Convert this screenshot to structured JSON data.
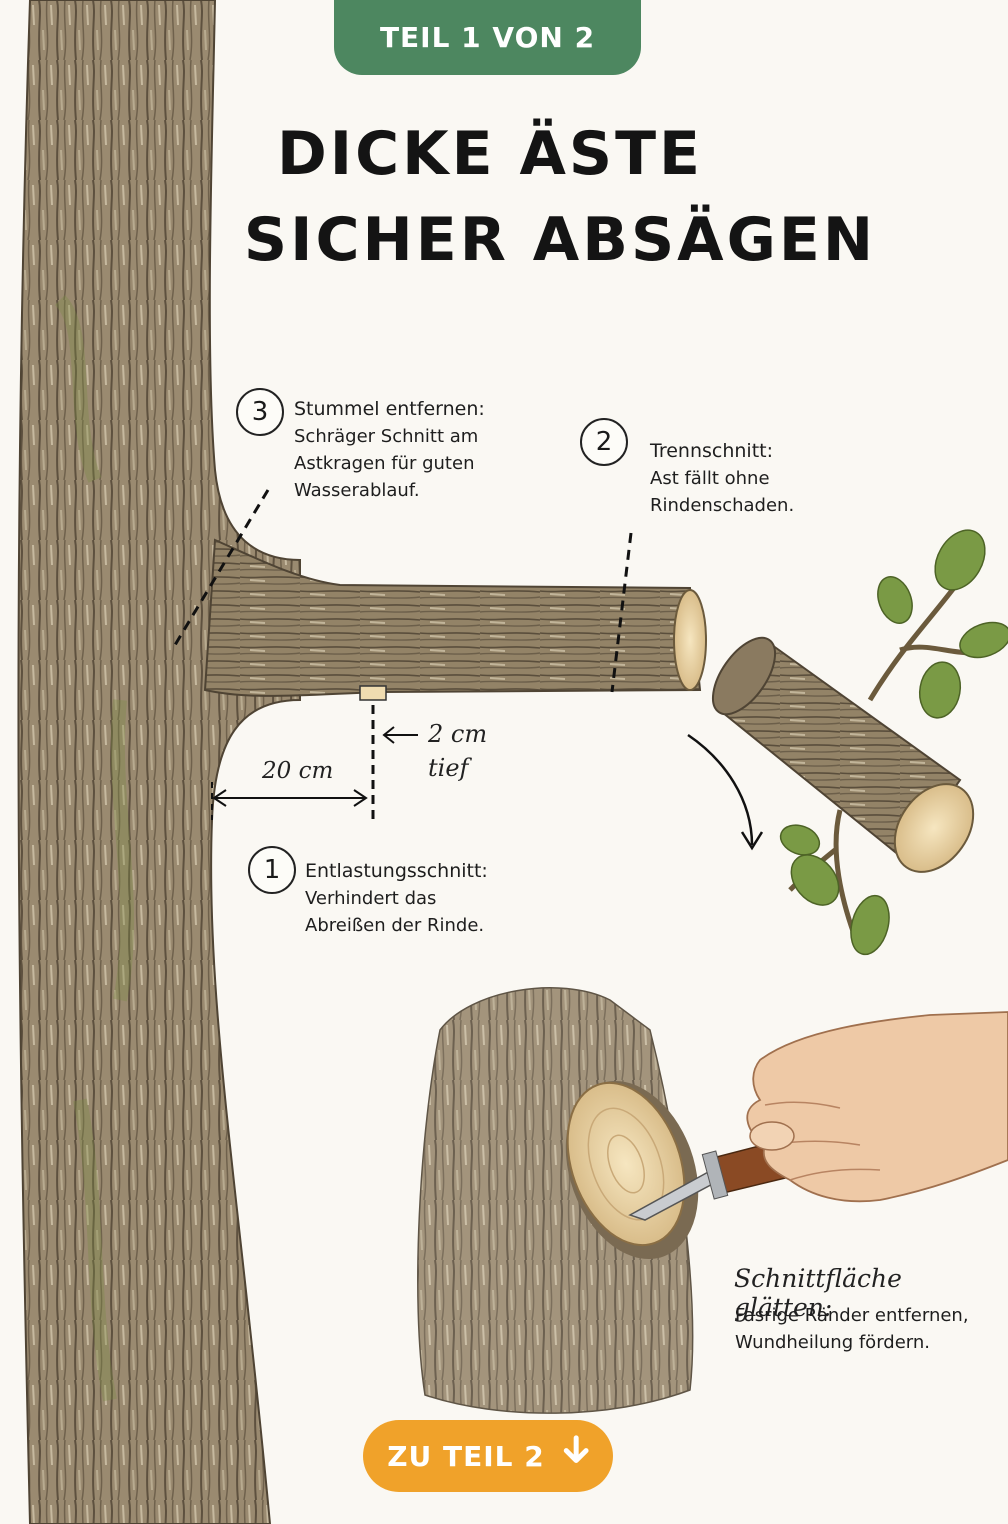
{
  "badge": "TEIL 1 VON 2",
  "title": {
    "line1": "DICKE ÄSTE",
    "line2": "SICHER ABSÄGEN"
  },
  "steps": [
    {
      "number": "3",
      "heading": "Stummel entfernen:",
      "lines": [
        "Schräger Schnitt am",
        "Astkragen für guten",
        "Wasserablauf."
      ]
    },
    {
      "number": "2",
      "heading": "Trennschnitt:",
      "lines": [
        "Ast fällt ohne",
        "Rindenschaden."
      ]
    },
    {
      "number": "1",
      "heading": "Entlastungsschnitt:",
      "lines": [
        "Verhindert das",
        "Abreißen der Rinde."
      ]
    }
  ],
  "measurements": {
    "distance": "20 cm",
    "depth_line1": "2 cm",
    "depth_line2": "tief"
  },
  "finish": {
    "heading": "Schnittfläche glätten:",
    "lines": [
      "Fasrige Ränder entfernen,",
      "Wundheilung fördern."
    ]
  },
  "cta": {
    "label": "ZU TEIL 2",
    "icon": "arrow-down-right-icon"
  },
  "colors": {
    "badge": "#4d8760",
    "cta": "#f0a22a",
    "bark": "#8b7a62",
    "wood": "#f0dcb0",
    "leaf": "#6e8c3c"
  }
}
